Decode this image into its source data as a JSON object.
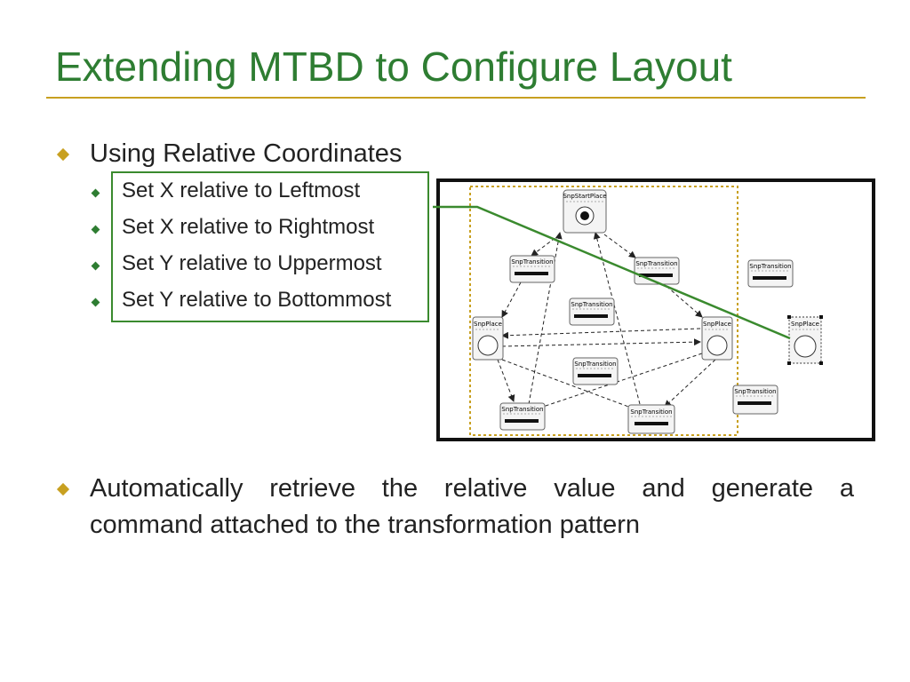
{
  "title": "Extending MTBD to Configure Layout",
  "bullets": [
    {
      "text": "Using Relative Coordinates",
      "sub_items": [
        "Set X relative to Leftmost",
        "Set X relative to Rightmost",
        "Set Y relative to Uppermost",
        "Set Y relative to Bottommost"
      ]
    },
    {
      "line1": "Automatically retrieve the relative value and generate a",
      "line2": "command attached to the transformation pattern"
    }
  ],
  "diagram": {
    "nodes": [
      {
        "id": "start",
        "label": "SnpStartPlace"
      },
      {
        "id": "t_left",
        "label": "SnpTransition"
      },
      {
        "id": "t_right",
        "label": "SnpTransition"
      },
      {
        "id": "t_mid_top",
        "label": "SnpTransition"
      },
      {
        "id": "t_mid_bot",
        "label": "SnpTransition"
      },
      {
        "id": "p_left",
        "label": "SnpPlace"
      },
      {
        "id": "p_right",
        "label": "SnpPlace"
      },
      {
        "id": "t_bot_left",
        "label": "SnpTransition"
      },
      {
        "id": "t_bot_right",
        "label": "SnpTransition"
      },
      {
        "id": "t_out_top",
        "label": "SnpTransition"
      },
      {
        "id": "p_out",
        "label": "SnpPlace"
      },
      {
        "id": "t_out_bot",
        "label": "SnpTransition"
      }
    ]
  },
  "colors": {
    "title": "#2e7d32",
    "rule": "#c8a020",
    "highlight": "#3a8a2e",
    "selection_dotted": "#c8a020"
  }
}
